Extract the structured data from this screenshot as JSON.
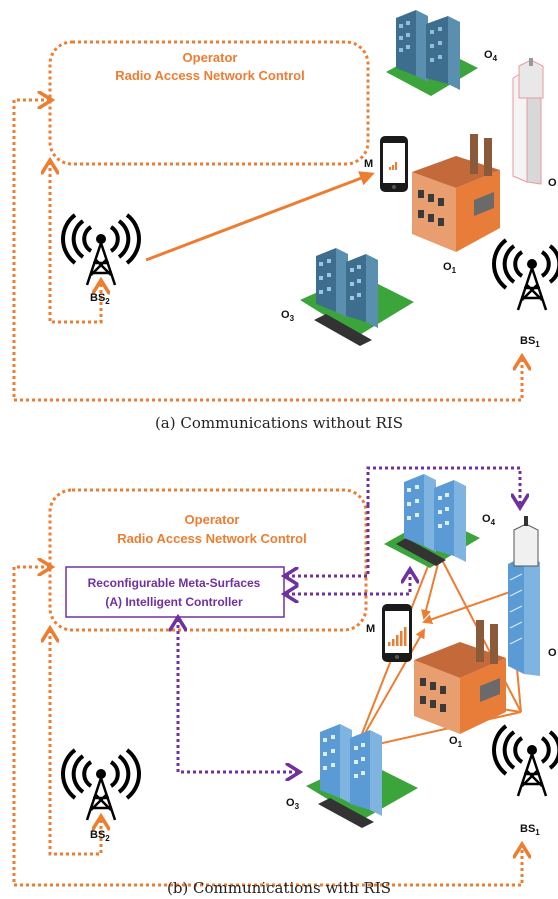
{
  "panel_a": {
    "controller_line1": "Operator",
    "controller_line2": "Radio Access Network Control",
    "caption": "(a) Communications without RIS",
    "labels": {
      "M": "M",
      "O4": "O",
      "O4_sub": "4",
      "O1": "O",
      "O1_sub": "1",
      "O3": "O",
      "O3_sub": "3",
      "O2": "O",
      "BS1": "BS",
      "BS1_sub": "1",
      "BS2": "BS",
      "BS2_sub": "2"
    }
  },
  "panel_b": {
    "controller_line1": "Operator",
    "controller_line2": "Radio Access Network Control",
    "ris_line1": "Reconfigurable Meta-Surfaces",
    "ris_line2": "(A) Intelligent Controller",
    "caption": "(b) Communications with RIS",
    "labels": {
      "M": "M",
      "O4": "O",
      "O4_sub": "4",
      "O1": "O",
      "O1_sub": "1",
      "O3": "O",
      "O3_sub": "3",
      "O2": "O",
      "BS1": "BS",
      "BS1_sub": "1",
      "BS2": "BS",
      "BS2_sub": "2"
    }
  },
  "colors": {
    "orange": "#ED7D31",
    "purple": "#7030A0",
    "building_blue": "#4A7A9C",
    "ris_blue": "#5B9BD5",
    "grass": "#3BA53B",
    "factory": "#E58B57"
  }
}
